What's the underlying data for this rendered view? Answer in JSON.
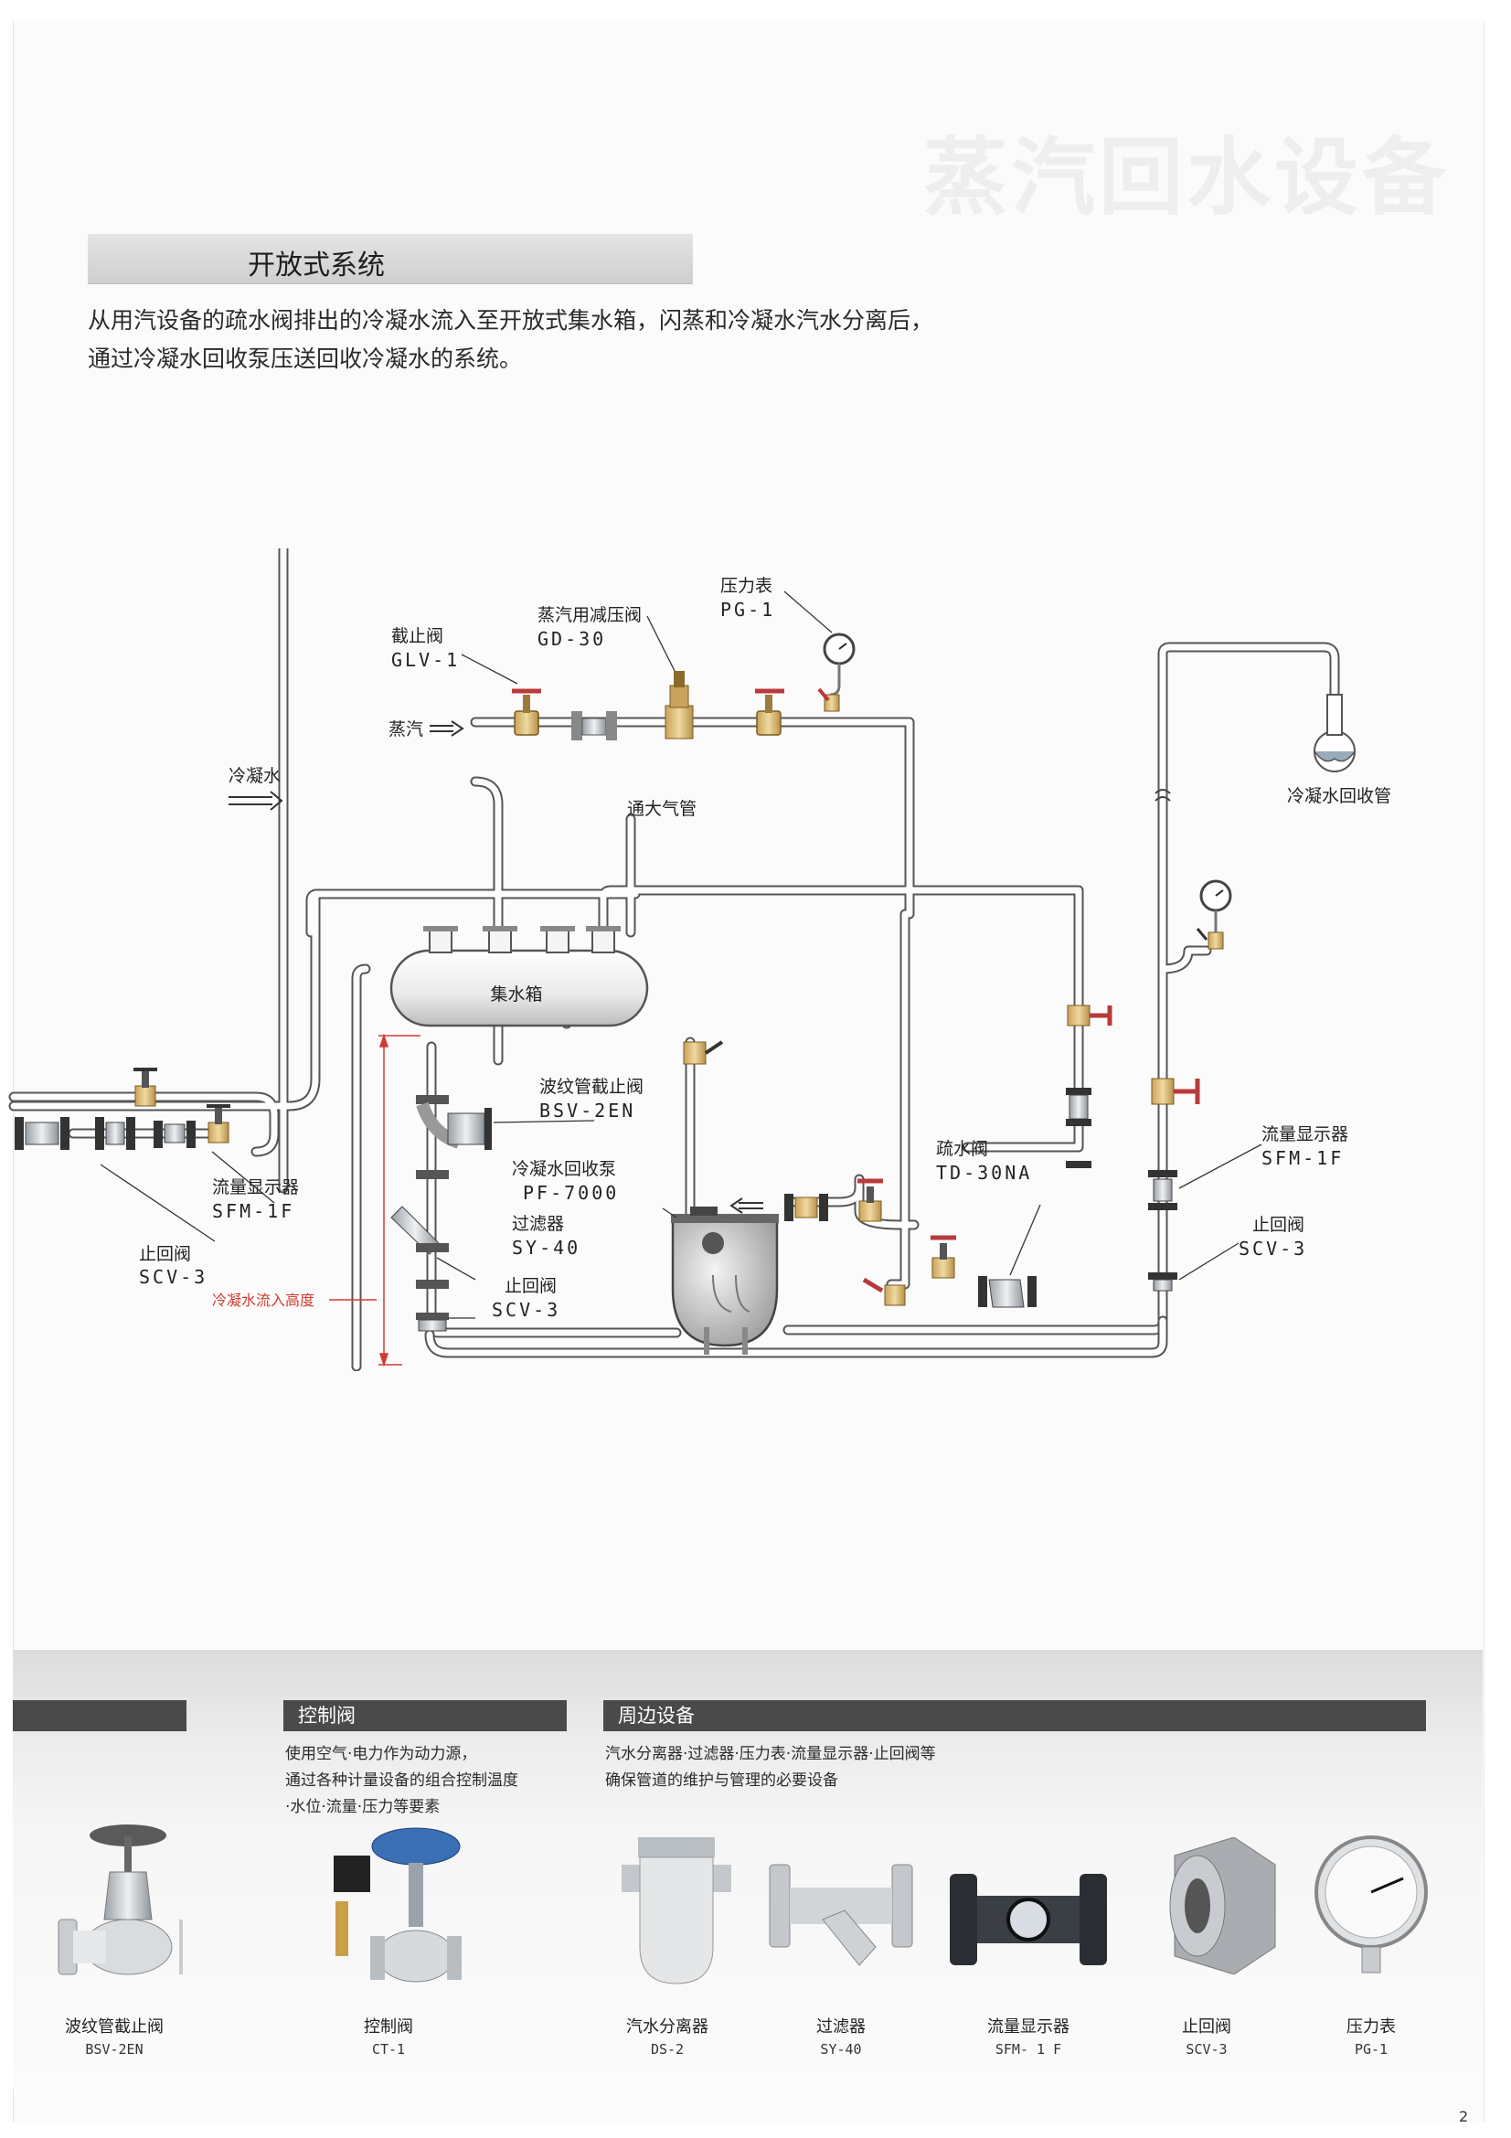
{
  "header": {
    "watermark": "蒸汽回水设备",
    "section_title": "开放式系统",
    "intro_lines": [
      "从用汽设备的疏水阀排出的冷凝水流入至开放式集水箱，闪蒸和冷凝水汽水分离后，",
      "通过冷凝水回收泵压送回收冷凝水的系统。"
    ]
  },
  "diagram": {
    "labels": {
      "pressure_gauge_name": "压力表",
      "pressure_gauge_code": "PG-1",
      "prv_name": "蒸汽用减压阀",
      "prv_code": "GD-30",
      "globe_valve_name": "截止阀",
      "globe_valve_code": "GLV-1",
      "steam": "蒸汽",
      "condensate": "冷凝水",
      "vent_pipe": "通大气管",
      "return_pipe": "冷凝水回收管",
      "tank": "集水箱",
      "bellows_valve_name": "波纹管截止阀",
      "bellows_valve_code": "BSV-2EN",
      "pump_name": "冷凝水回收泵",
      "pump_code": "PF-7000",
      "strainer_name": "过滤器",
      "strainer_code": "SY-40",
      "check_valve_mid_name": "止回阀",
      "check_valve_mid_code": "SCV-3",
      "sight_left_name": "流量显示器",
      "sight_left_code": "SFM-1F",
      "check_left_name": "止回阀",
      "check_left_code": "SCV-3",
      "inflow_height": "冷凝水流入高度",
      "trap_name": "疏水阀",
      "trap_code": "TD-30NA",
      "sight_right_name": "流量显示器",
      "sight_right_code": "SFM-1F",
      "check_right_name": "止回阀",
      "check_right_code": "SCV-3"
    }
  },
  "bottom": {
    "control_title": "控制阀",
    "control_desc": [
      "使用空气·电力作为动力源，",
      "通过各种计量设备的组合控制温度",
      "·水位·流量·压力等要素"
    ],
    "peripheral_title": "周边设备",
    "peripheral_desc": [
      "汽水分离器·过滤器·压力表·流量显示器·止回阀等",
      "确保管道的维护与管理的必要设备"
    ],
    "products": [
      {
        "name": "波纹管截止阀",
        "code": "BSV-2EN",
        "icon": "globe-valve"
      },
      {
        "name": "控制阀",
        "code": "CT-1",
        "icon": "control-valve"
      },
      {
        "name": "汽水分离器",
        "code": "DS-2",
        "icon": "separator"
      },
      {
        "name": "过滤器",
        "code": "SY-40",
        "icon": "strainer"
      },
      {
        "name": "流量显示器",
        "code": "SFM- 1 F",
        "icon": "sight-glass"
      },
      {
        "name": "止回阀",
        "code": "SCV-3",
        "icon": "check-valve"
      },
      {
        "name": "压力表",
        "code": "PG-1",
        "icon": "pressure-gauge"
      }
    ]
  },
  "page_number": "2"
}
